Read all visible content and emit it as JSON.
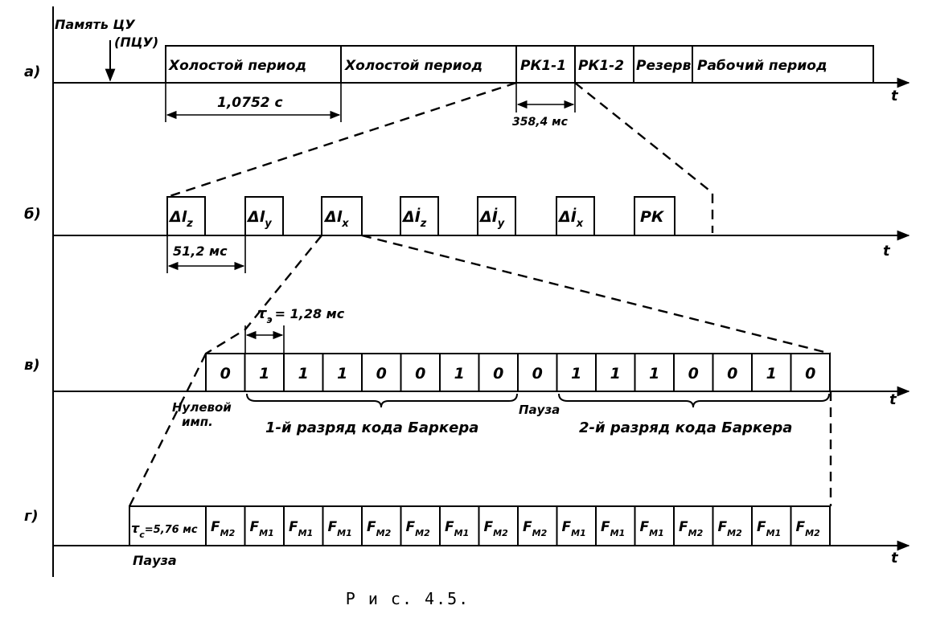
{
  "top_label": {
    "line1": "Память ЦУ",
    "line2": "(ПЦУ)"
  },
  "t_label": "t",
  "row_a": {
    "label": "а)",
    "blocks": [
      "Холостой период",
      "Холостой период",
      "РК1-1",
      "РК1-2",
      "Резерв",
      "Рабочий период"
    ],
    "dim_period": "1,0752 с",
    "dim_rk": "358,4 мс"
  },
  "row_b": {
    "label": "б)",
    "blocks": [
      {
        "main": "Δl",
        "sub": "z"
      },
      {
        "main": "Δl",
        "sub": "y"
      },
      {
        "main": "Δl",
        "sub": "x"
      },
      {
        "main": "Δİ",
        "sub": "z"
      },
      {
        "main": "Δİ",
        "sub": "y"
      },
      {
        "main": "Δİ",
        "sub": "x"
      },
      {
        "main": "РК",
        "sub": ""
      }
    ],
    "dim": "51,2 мс"
  },
  "row_c": {
    "label": "в)",
    "bits": [
      "0",
      "1",
      "1",
      "1",
      "0",
      "0",
      "1",
      "0",
      "0",
      "1",
      "1",
      "1",
      "0",
      "0",
      "1",
      "0"
    ],
    "tau_main": "τ",
    "tau_sub": "э",
    "tau_value": "= 1,28 мс",
    "zero_pulse": {
      "line1": "Нулевой",
      "line2": "имп."
    },
    "barker1": "1-й разряд кода Баркера",
    "pause": "Пауза",
    "barker2": "2-й разряд кода Баркера"
  },
  "row_d": {
    "label": "г)",
    "tau_main": "τ",
    "tau_sub": "c",
    "tau_value": "=5,76 мс",
    "freqs": [
      "M2",
      "M1",
      "M1",
      "M1",
      "M2",
      "M2",
      "M1",
      "M2",
      "M2",
      "M1",
      "M1",
      "M1",
      "M2",
      "M2",
      "M1",
      "M2"
    ],
    "freq_symbol": "F",
    "pause": "Пауза"
  },
  "caption": "Р и с. 4.5."
}
